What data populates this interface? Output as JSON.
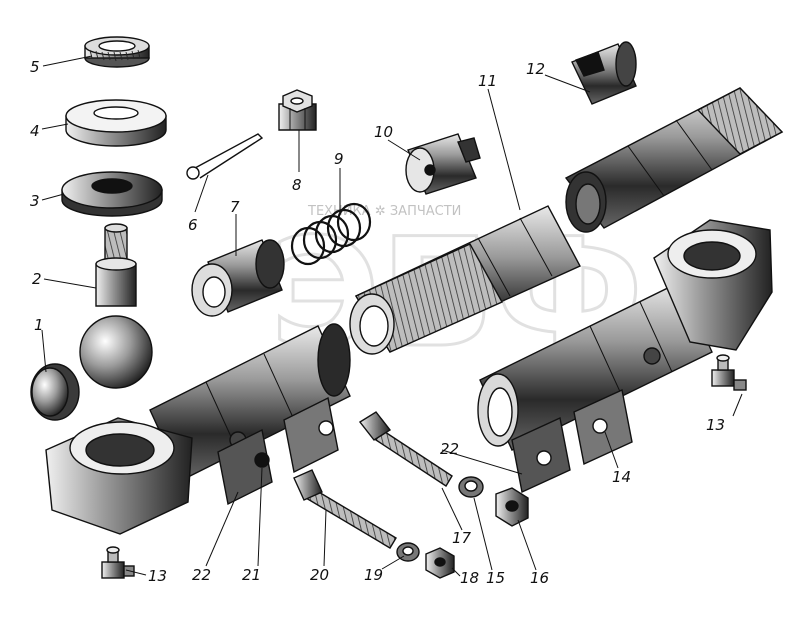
{
  "watermark": {
    "brand_text": "ТЕХНИКА ✲ ЗАПЧАСТИ",
    "logo_letters": "ЭБФ"
  },
  "callouts": [
    {
      "id": "c5",
      "text": "5"
    },
    {
      "id": "c4",
      "text": "4"
    },
    {
      "id": "c3",
      "text": "3"
    },
    {
      "id": "c2",
      "text": "2"
    },
    {
      "id": "c1",
      "text": "1"
    },
    {
      "id": "c6",
      "text": "6"
    },
    {
      "id": "c7",
      "text": "7"
    },
    {
      "id": "c8",
      "text": "8"
    },
    {
      "id": "c9",
      "text": "9"
    },
    {
      "id": "c10",
      "text": "10"
    },
    {
      "id": "c11",
      "text": "11"
    },
    {
      "id": "c12",
      "text": "12"
    },
    {
      "id": "c13a",
      "text": "13"
    },
    {
      "id": "c13b",
      "text": "13"
    },
    {
      "id": "c14",
      "text": "14"
    },
    {
      "id": "c15",
      "text": "15"
    },
    {
      "id": "c16",
      "text": "16"
    },
    {
      "id": "c17",
      "text": "17"
    },
    {
      "id": "c18",
      "text": "18"
    },
    {
      "id": "c19",
      "text": "19"
    },
    {
      "id": "c20",
      "text": "20"
    },
    {
      "id": "c21",
      "text": "21"
    },
    {
      "id": "c22a",
      "text": "22"
    },
    {
      "id": "c22b",
      "text": "22"
    }
  ]
}
